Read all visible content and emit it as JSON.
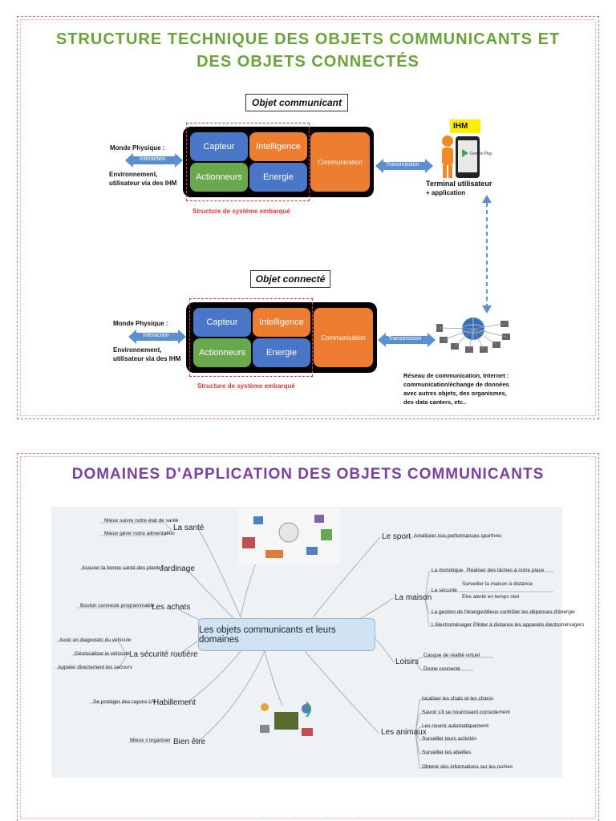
{
  "slide1": {
    "title_line1": "STRUCTURE TECHNIQUE DES OBJETS COMMUNICANTS ET",
    "title_line2": "DES OBJETS CONNECTÉS",
    "title_color": "#6aa33a",
    "top": {
      "label": "Objet communicant",
      "monde": "Monde Physique :",
      "interaction": "Interaction",
      "env": "Environnement,\nutilisateur via des  IHM",
      "capteur": "Capteur",
      "intelligence": "Intelligence",
      "actionneurs": "Actionneurs",
      "energie": "Energie",
      "communication": "Communication",
      "structure": "Structure de système embarqué",
      "transmission": "Transmission",
      "ihm": "IHM",
      "terminal_line1": "Terminal utilisateur",
      "terminal_line2": "+ application",
      "google_play": "Google Play"
    },
    "bottom": {
      "label": "Objet connecté",
      "monde": "Monde Physique :",
      "interaction": "Interaction",
      "env": "Environnement,\nutilisateur via des  IHM",
      "capteur": "Capteur",
      "intelligence": "Intelligence",
      "actionneurs": "Actionneurs",
      "energie": "Energie",
      "communication": "Communication",
      "structure": "Structure de système embarqué",
      "transmission": "Transmission",
      "network_text": "Réseau de communication, Internet :\ncommunication/échange de données\navec autres objets, des organismes,\ndes data canters, etc.."
    }
  },
  "slide2": {
    "title": "DOMAINES D'APPLICATION DES OBJETS COMMUNICANTS",
    "title_color": "#7a3fa0",
    "center": "Les objets communicants et leurs domaines",
    "left_nodes": [
      {
        "label": "La santé",
        "leaves": [
          "Mieux suivre notre état de santé",
          "Mieux gérer notre alimentation"
        ]
      },
      {
        "label": "Jardinage",
        "leaves": [
          "Assurer la bonne santé des plantes"
        ]
      },
      {
        "label": "Les achats",
        "leaves": [
          "Bouton connecté programmable"
        ]
      },
      {
        "label": "La sécurité routière",
        "leaves": [
          "Avoir un diagnostic du véhicule",
          "Géolocaliser le véhicule",
          "Appeler directement les secours"
        ]
      },
      {
        "label": "Habillement",
        "leaves": [
          "Se protéger des rayons UV"
        ]
      },
      {
        "label": "Bien être",
        "leaves": [
          "Mieux s'organiser"
        ]
      }
    ],
    "right_nodes": [
      {
        "label": "Le sport",
        "leaves": [
          "Améliorer nos performances sportives"
        ]
      },
      {
        "label": "La maison",
        "leaves": [
          "La domotique",
          "Réaliser des tâches à notre place",
          "La sécurité",
          "Surveiller la maison à distance",
          "Etre alerté en temps réel",
          "La gestion de l'énergie",
          "Mieux contrôler les dépenses d'énergie",
          "L'électroménager",
          "Piloter à distance les appareils électroménagers"
        ]
      },
      {
        "label": "Loisirs",
        "leaves": [
          "Casque de réalité virtuel",
          "Drone connecté"
        ]
      },
      {
        "label": "Les animaux",
        "leaves": [
          "localiser les chats et les chiens",
          "Savoir s'il se nourrissent correctement",
          "Les nourrir automatiquement",
          "Surveiller leurs activités",
          "Surveiller les abeilles.",
          "Obtenir des informations sur les ruches"
        ]
      }
    ]
  },
  "colors": {
    "blue_box": "#4a76c8",
    "orange_box": "#ed7d31",
    "green_box": "#6aa84f",
    "red_dash": "#e03a3a",
    "arrow_blue": "#5b8fd0",
    "ihm_yellow": "#ffee00",
    "mindmap_bg": "#eef2f5",
    "center_bg": "#cfe3f3"
  }
}
